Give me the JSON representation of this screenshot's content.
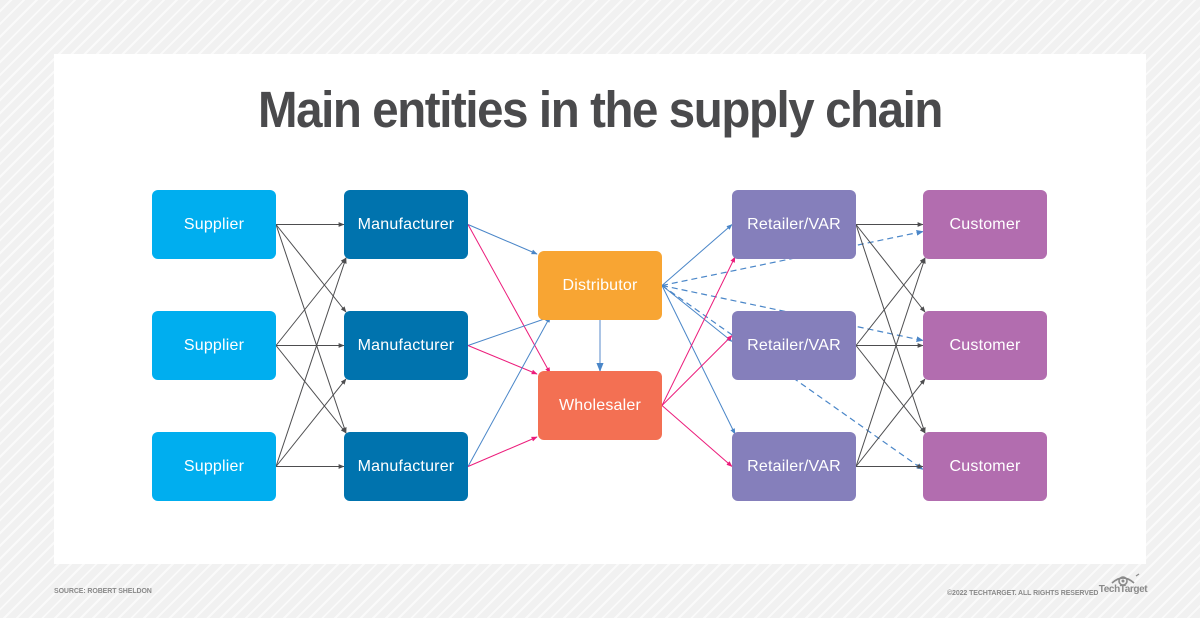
{
  "title": "Main entities in the supply chain",
  "colors": {
    "supplier": "#00aeef",
    "manufacturer": "#0073ae",
    "distributor": "#f8a533",
    "wholesaler": "#f37053",
    "retailer": "#857fbb",
    "customer": "#b26daf",
    "edge_dark": "#4d4d4f",
    "edge_blue": "#4a86c8",
    "edge_pink": "#ec1c7b",
    "edge_light_blue": "#8fb0dc"
  },
  "nodes": {
    "suppliers": [
      {
        "id": "s1",
        "label": "Supplier"
      },
      {
        "id": "s2",
        "label": "Supplier"
      },
      {
        "id": "s3",
        "label": "Supplier"
      }
    ],
    "manufacturers": [
      {
        "id": "m1",
        "label": "Manufacturer"
      },
      {
        "id": "m2",
        "label": "Manufacturer"
      },
      {
        "id": "m3",
        "label": "Manufacturer"
      }
    ],
    "distributor": {
      "id": "d",
      "label": "Distributor"
    },
    "wholesaler": {
      "id": "w",
      "label": "Wholesaler"
    },
    "retailers": [
      {
        "id": "r1",
        "label": "Retailer/VAR"
      },
      {
        "id": "r2",
        "label": "Retailer/VAR"
      },
      {
        "id": "r3",
        "label": "Retailer/VAR"
      }
    ],
    "customers": [
      {
        "id": "c1",
        "label": "Customer"
      },
      {
        "id": "c2",
        "label": "Customer"
      },
      {
        "id": "c3",
        "label": "Customer"
      }
    ]
  },
  "edges": [
    {
      "from": "s1",
      "to": "m1",
      "style": "dark"
    },
    {
      "from": "s1",
      "to": "m2",
      "style": "dark"
    },
    {
      "from": "s1",
      "to": "m3",
      "style": "dark"
    },
    {
      "from": "s2",
      "to": "m1",
      "style": "dark"
    },
    {
      "from": "s2",
      "to": "m2",
      "style": "dark"
    },
    {
      "from": "s2",
      "to": "m3",
      "style": "dark"
    },
    {
      "from": "s3",
      "to": "m1",
      "style": "dark"
    },
    {
      "from": "s3",
      "to": "m2",
      "style": "dark"
    },
    {
      "from": "s3",
      "to": "m3",
      "style": "dark"
    },
    {
      "from": "m1",
      "to": "d",
      "style": "blue"
    },
    {
      "from": "m1",
      "to": "w",
      "style": "pink"
    },
    {
      "from": "m2",
      "to": "d",
      "style": "blue"
    },
    {
      "from": "m2",
      "to": "w",
      "style": "pink"
    },
    {
      "from": "m3",
      "to": "d",
      "style": "blue"
    },
    {
      "from": "m3",
      "to": "w",
      "style": "pink"
    },
    {
      "from": "d",
      "to": "w",
      "style": "light"
    },
    {
      "from": "d",
      "to": "r1",
      "style": "blue"
    },
    {
      "from": "d",
      "to": "r2",
      "style": "blue"
    },
    {
      "from": "d",
      "to": "r3",
      "style": "blue"
    },
    {
      "from": "d",
      "to": "c1",
      "style": "dashed"
    },
    {
      "from": "d",
      "to": "c2",
      "style": "dashed"
    },
    {
      "from": "d",
      "to": "c3",
      "style": "dashed"
    },
    {
      "from": "w",
      "to": "r1",
      "style": "pink"
    },
    {
      "from": "w",
      "to": "r2",
      "style": "pink"
    },
    {
      "from": "w",
      "to": "r3",
      "style": "pink"
    },
    {
      "from": "r1",
      "to": "c1",
      "style": "dark"
    },
    {
      "from": "r1",
      "to": "c2",
      "style": "dark"
    },
    {
      "from": "r1",
      "to": "c3",
      "style": "dark"
    },
    {
      "from": "r2",
      "to": "c1",
      "style": "dark"
    },
    {
      "from": "r2",
      "to": "c2",
      "style": "dark"
    },
    {
      "from": "r2",
      "to": "c3",
      "style": "dark"
    },
    {
      "from": "r3",
      "to": "c1",
      "style": "dark"
    },
    {
      "from": "r3",
      "to": "c2",
      "style": "dark"
    },
    {
      "from": "r3",
      "to": "c3",
      "style": "dark"
    }
  ],
  "footer": {
    "source": "SOURCE: ROBERT SHELDON",
    "copyright": "©2022 TECHTARGET. ALL RIGHTS RESERVED",
    "logo_text": "TechTarget"
  }
}
